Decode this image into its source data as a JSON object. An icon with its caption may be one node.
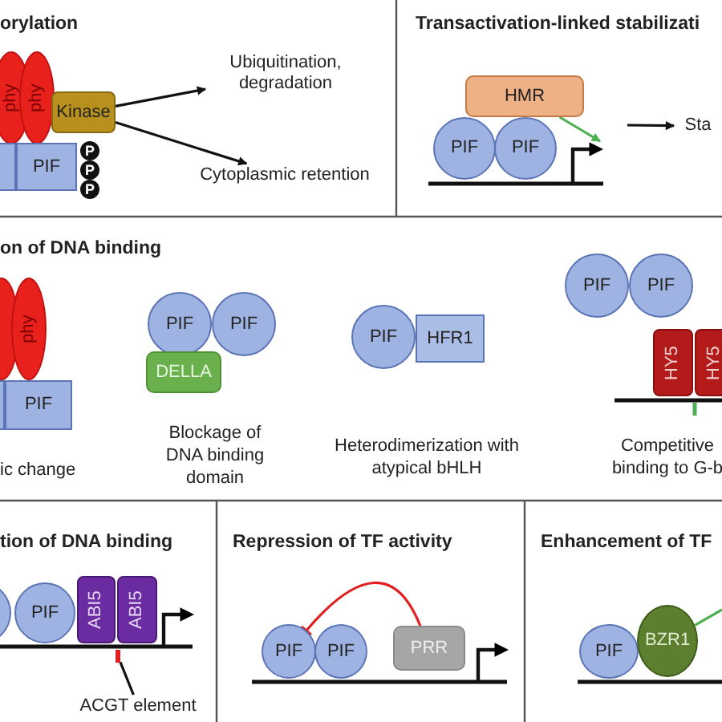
{
  "diagram": {
    "nodes": [
      {
        "text": [
          "phy"
        ]
      },
      {
        "text": [
          "phy"
        ]
      },
      {
        "text": [
          "Kinase"
        ]
      },
      {
        "text": [],
        "shape": "box"
      },
      {
        "text": [
          "PIF"
        ]
      },
      {
        "text": [
          "P"
        ]
      },
      {
        "text": [
          "P"
        ]
      },
      {
        "text": [
          "P"
        ]
      },
      {
        "text": [
          "Ubiquitination, degradation"
        ]
      },
      {
        "text": [
          "Cytoplasmic retention"
        ]
      },
      {
        "text": [
          "HMR"
        ]
      },
      {
        "text": [
          "PIF"
        ]
      },
      {
        "text": [
          "PIF"
        ]
      },
      {
        "text": [
          "Sta"
        ]
      },
      {
        "text": [],
        "shape": "ellipse"
      },
      {
        "text": [
          "phy"
        ]
      },
      {
        "text": [],
        "shape": "box"
      },
      {
        "text": [
          "PIF"
        ]
      },
      {
        "text": [
          "PIF"
        ]
      },
      {
        "text": [
          "PIF"
        ]
      },
      {
        "text": [
          "DELLA"
        ]
      },
      {
        "text": [
          "PIF"
        ]
      },
      {
        "text": [
          "HFR1"
        ]
      },
      {
        "text": [
          "PIF"
        ]
      },
      {
        "text": [
          "PIF"
        ]
      },
      {
        "text": [
          "HY5"
        ]
      },
      {
        "text": [
          "HY5"
        ]
      },
      {
        "text": [],
        "shape": "circle"
      },
      {
        "text": [
          "PIF"
        ]
      },
      {
        "text": [
          "ABI5"
        ]
      },
      {
        "text": [
          "ABI5"
        ]
      },
      {
        "text": [],
        "shape": "bar"
      },
      {
        "text": [
          "ACGT element"
        ]
      },
      {
        "text": [
          "PIF"
        ]
      },
      {
        "text": [
          "PIF"
        ]
      },
      {
        "text": [
          "PRR"
        ]
      },
      {
        "text": [
          "PIF"
        ]
      },
      {
        "text": [
          "BZR1"
        ]
      },
      {
        "text": [],
        "shape": "bar"
      },
      {
        "text": [],
        "shape": "bar"
      },
      {
        "text": [],
        "shape": "bar"
      },
      {
        "text": [],
        "shape": "bar"
      },
      {
        "text": [],
        "shape": "bar"
      }
    ],
    "edges": [
      {
        "from": 2,
        "to": 8,
        "arrow": "to"
      },
      {
        "from": 2,
        "to": 9,
        "arrow": "to"
      },
      {
        "from": 10,
        "to": 38,
        "arrow": "to",
        "color": "#4caf50"
      },
      {
        "from": null,
        "to": 13,
        "arrow": "to"
      },
      {
        "from": 32,
        "to": 31,
        "arrow": "none"
      },
      {
        "from": 35,
        "to": 33,
        "arrow": "other",
        "color": "#e02020"
      },
      {
        "from": 37,
        "to": null,
        "arrow": "none",
        "color": "#4caf50"
      }
    ],
    "labels": [
      "orylation",
      "Transactivation-linked stabilizati",
      "on of DNA binding",
      "ic change",
      "Blockage of DNA binding domain",
      "Heterodimerization with atypical bHLH",
      "Competitive binding to G-b",
      "tion of DNA binding",
      "Repression of TF activity",
      "Enhancement of TF"
    ]
  }
}
